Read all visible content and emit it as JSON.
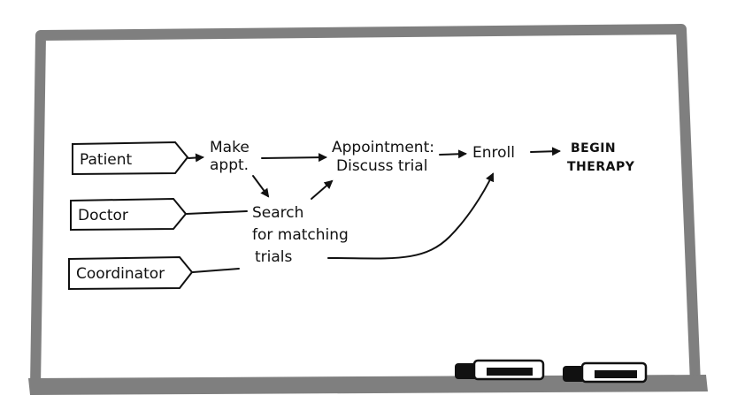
{
  "roles": {
    "patient": "Patient",
    "doctor": "Doctor",
    "coordinator": "Coordinator"
  },
  "steps": {
    "make_appt_line1": "Make",
    "make_appt_line2": "appt.",
    "appointment_line1": "Appointment:",
    "appointment_line2": "Discuss trial",
    "search_line1": "Search",
    "search_line2": "for matching",
    "search_line3": "trials",
    "enroll": "Enroll",
    "begin_line1": "BEGIN",
    "begin_line2": "THERAPY"
  },
  "colors": {
    "board_frame": "#7f7f7f",
    "board_surface": "#ffffff",
    "ink": "#111111",
    "marker_body": "#ffffff"
  }
}
